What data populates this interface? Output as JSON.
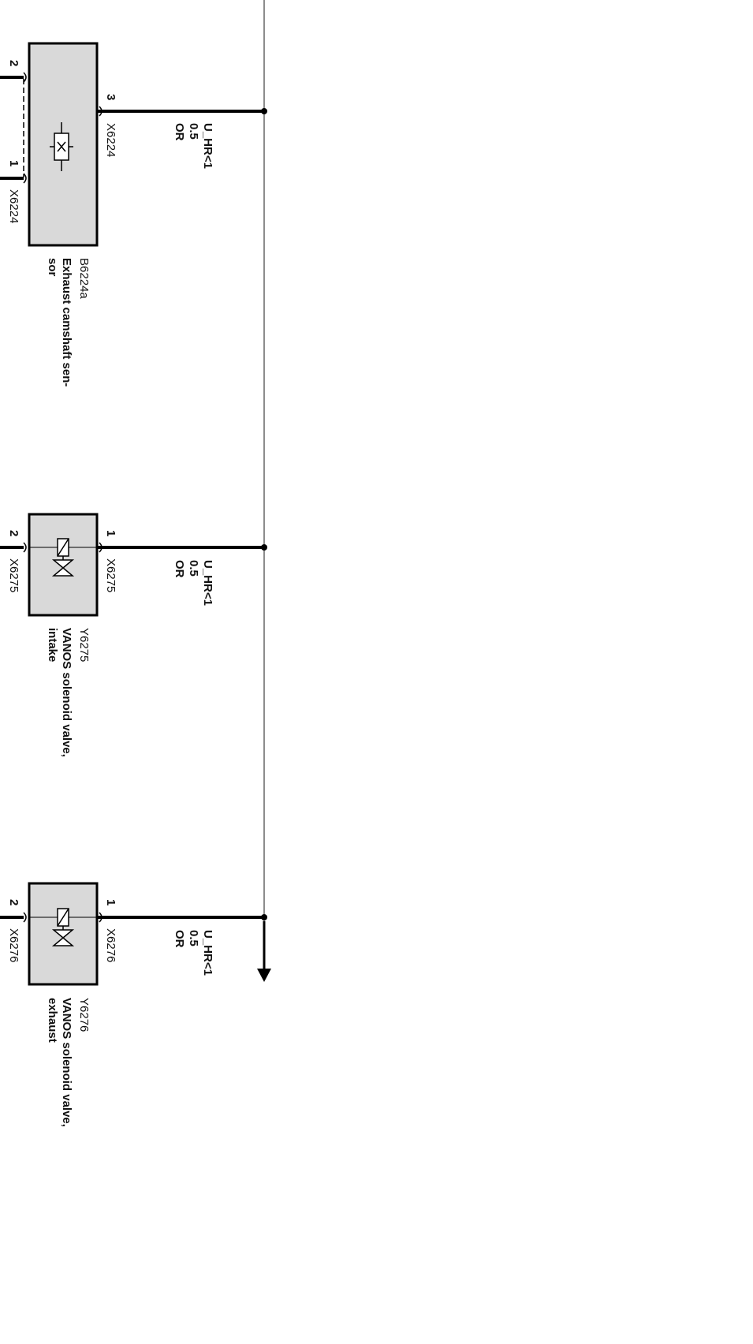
{
  "components": [
    {
      "id": "B6224a",
      "name_line1": "Exhaust camshaft sen-",
      "name_line2": "sor",
      "connector_left": "X6224",
      "connector_right": "X6224",
      "pin_left_top": "2",
      "pin_left_bottom": "1",
      "pin_right": "3",
      "symbol": "sensor-icon"
    },
    {
      "id": "Y6275",
      "name_line1": "VANOS solenoid valve,",
      "name_line2": "intake",
      "connector_left": "X6275",
      "connector_right": "X6275",
      "pin_left": "2",
      "pin_right": "1",
      "symbol": "solenoid-valve-icon"
    },
    {
      "id": "Y6276",
      "name_line1": "VANOS solenoid valve,",
      "name_line2": "exhaust",
      "connector_left": "X6276",
      "connector_right": "X6276",
      "pin_left": "2",
      "pin_right": "1",
      "symbol": "solenoid-valve-icon"
    }
  ],
  "wires": [
    {
      "signal": "U_HR<1",
      "size": "0.5",
      "color": "OR"
    },
    {
      "signal": "U_HR<1",
      "size": "0.5",
      "color": "OR"
    },
    {
      "signal": "U_HR<1",
      "size": "0.5",
      "color": "OR"
    }
  ],
  "colors": {
    "box_fill": "#d9d9d9",
    "line": "#000000",
    "bus": "#8c8c8c"
  }
}
